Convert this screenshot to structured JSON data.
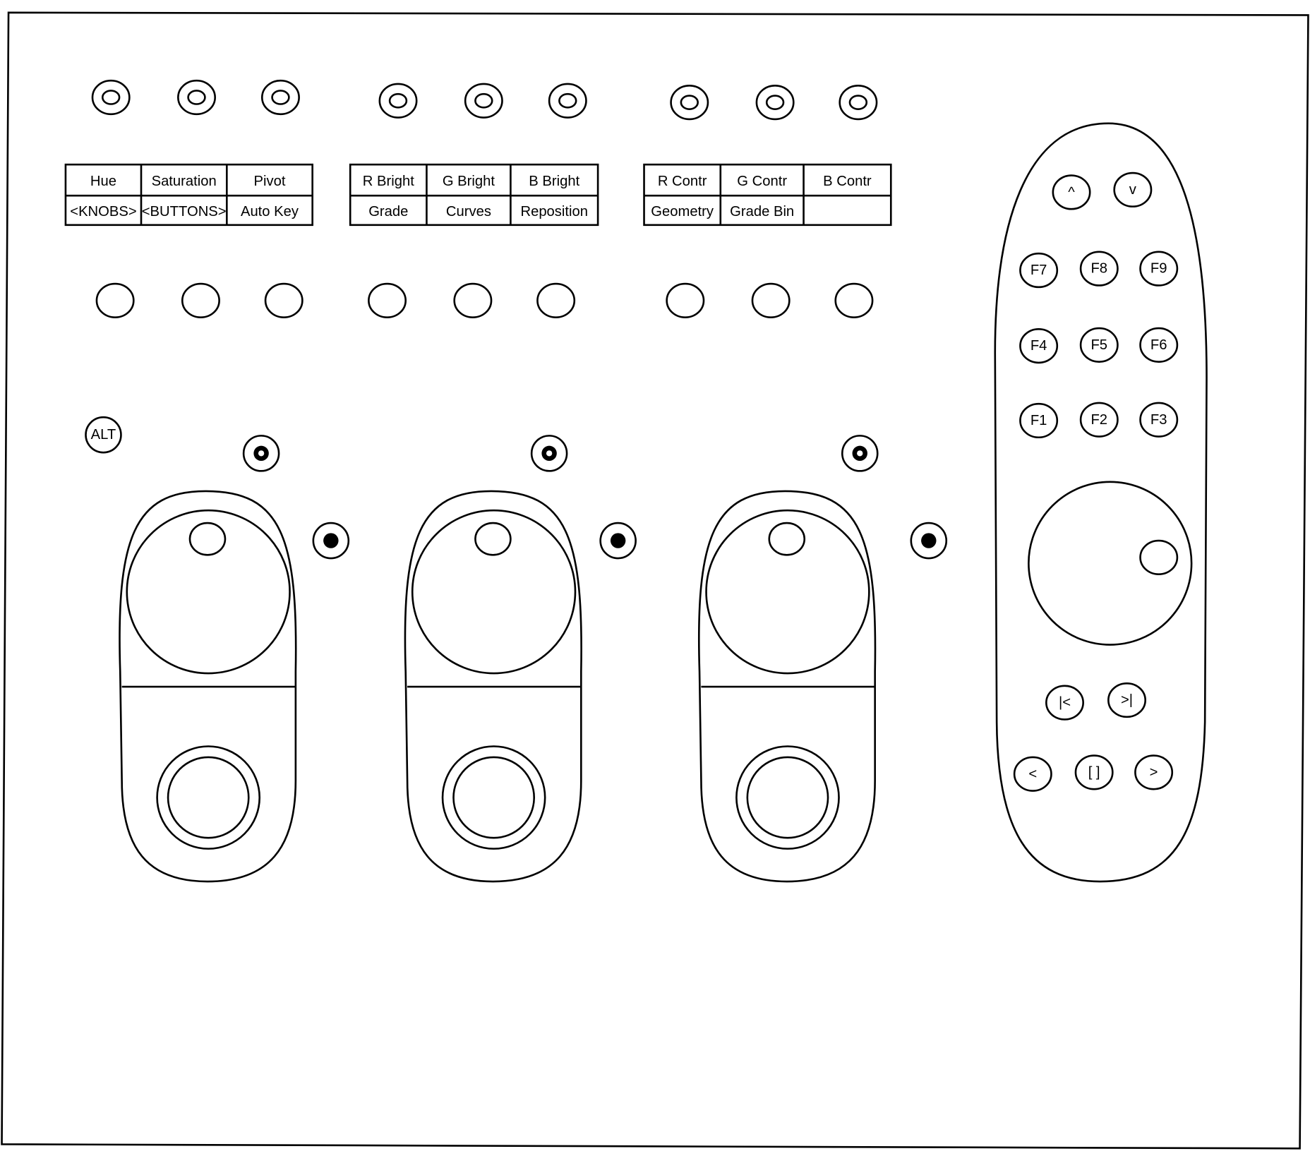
{
  "label_tables": [
    {
      "top": [
        "Hue",
        "Saturation",
        "Pivot"
      ],
      "bottom": [
        "<KNOBS>",
        "<BUTTONS>",
        "Auto Key"
      ]
    },
    {
      "top": [
        "R Bright",
        "G Bright",
        "B Bright"
      ],
      "bottom": [
        "Grade",
        "Curves",
        "Reposition"
      ]
    },
    {
      "top": [
        "R Contr",
        "G Contr",
        "B Contr"
      ],
      "bottom": [
        "Geometry",
        "Grade Bin",
        ""
      ]
    }
  ],
  "alt_button": "ALT",
  "remote": {
    "nav_up": "^",
    "nav_down": "v",
    "function_keys": [
      "F7",
      "F8",
      "F9",
      "F4",
      "F5",
      "F6",
      "F1",
      "F2",
      "F3"
    ],
    "transport_top": [
      "|<",
      ">|"
    ],
    "transport_bottom": [
      "<",
      "[ ]",
      ">"
    ]
  }
}
